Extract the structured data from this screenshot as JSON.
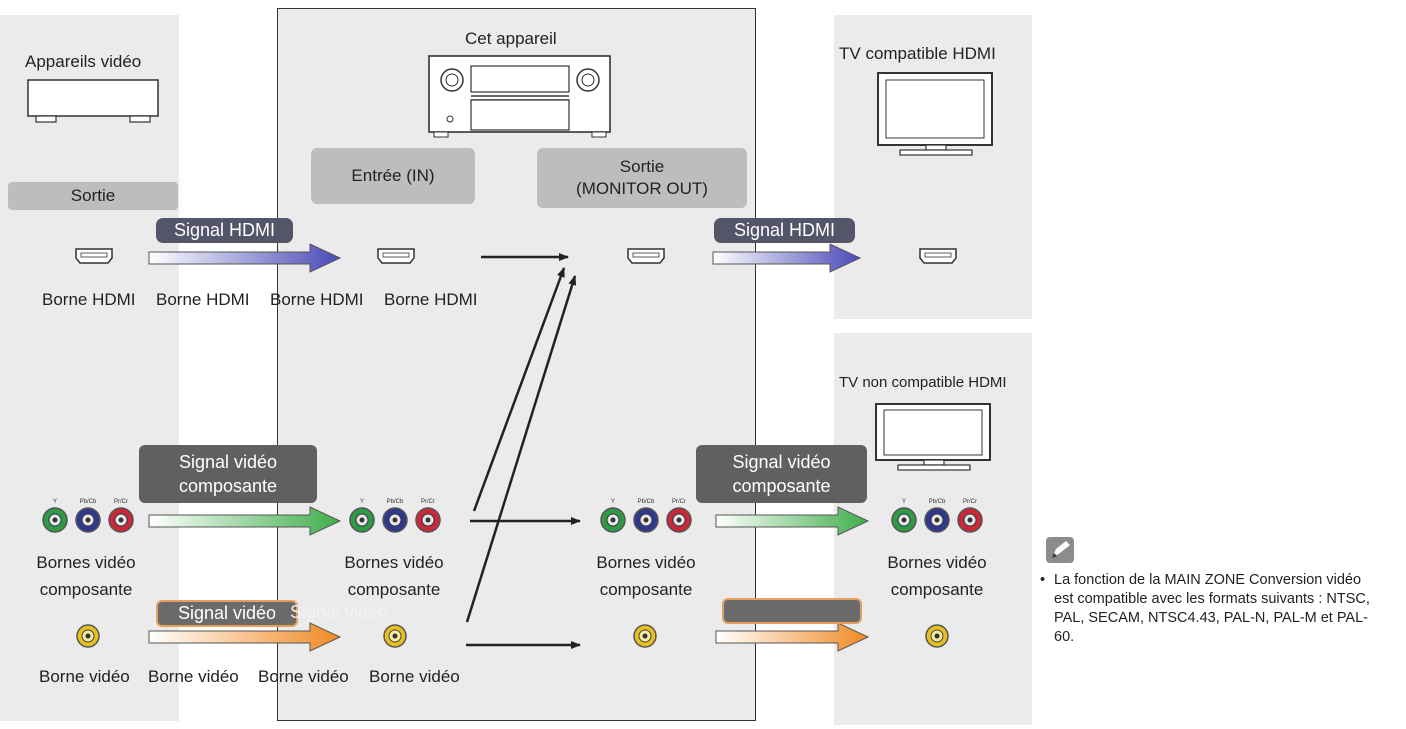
{
  "left": {
    "title": "Appareils vidéo",
    "sortie": "Sortie",
    "hdmi_label": "Borne HDMI",
    "component_label": "Bornes vidéo composante",
    "video_label": "Borne vidéo"
  },
  "center": {
    "title": "Cet appareil",
    "input_box": "Entrée (IN)",
    "output_box_line1": "Sortie",
    "output_box_line2": "(MONITOR OUT)",
    "hdmi_label_in_1": "Borne HDMI",
    "hdmi_label_in_2": "Borne HDMI",
    "hdmi_label_in_3": "Borne HDMI",
    "component_label_in": "Bornes vidéo composante",
    "component_label_out": "Bornes vidéo composante",
    "video_label_in_1": "Borne vidéo",
    "video_label_in_2": "Borne vidéo",
    "video_label_in_3": "Borne vidéo"
  },
  "right_top": {
    "title": "TV compatible HDMI"
  },
  "right_bottom": {
    "title": "TV non compatible HDMI",
    "component_label": "Bornes vidéo composante"
  },
  "signals": {
    "hdmi_1": "Signal HDMI",
    "hdmi_2": "Signal HDMI",
    "component_1_line1": "Signal vidéo",
    "component_1_line2": "composante",
    "component_2_line1": "Signal vidéo",
    "component_2_line2": "composante",
    "video_1": "Signal vidéo",
    "video_ghost": "Signal vidéo"
  },
  "component_jack_labels": [
    "Y",
    "Pb/Cb",
    "Pr/Cr"
  ],
  "note": {
    "icon": "pencil-icon",
    "text": "La fonction de la MAIN ZONE Conversion vidéo est compatible avec les formats suivants : NTSC, PAL, SECAM, NTSC4.43, PAL-N, PAL-M et PAL-60."
  },
  "colors": {
    "panel": "#ebebeb",
    "hdmi_arrow": "#4a4ab8",
    "component_arrow": "#3fae4a",
    "video_arrow": "#f08a24",
    "jack_green": "#2e9a46",
    "jack_blue": "#2d3a8c",
    "jack_red": "#c8283a",
    "jack_yellow": "#e8c020"
  }
}
